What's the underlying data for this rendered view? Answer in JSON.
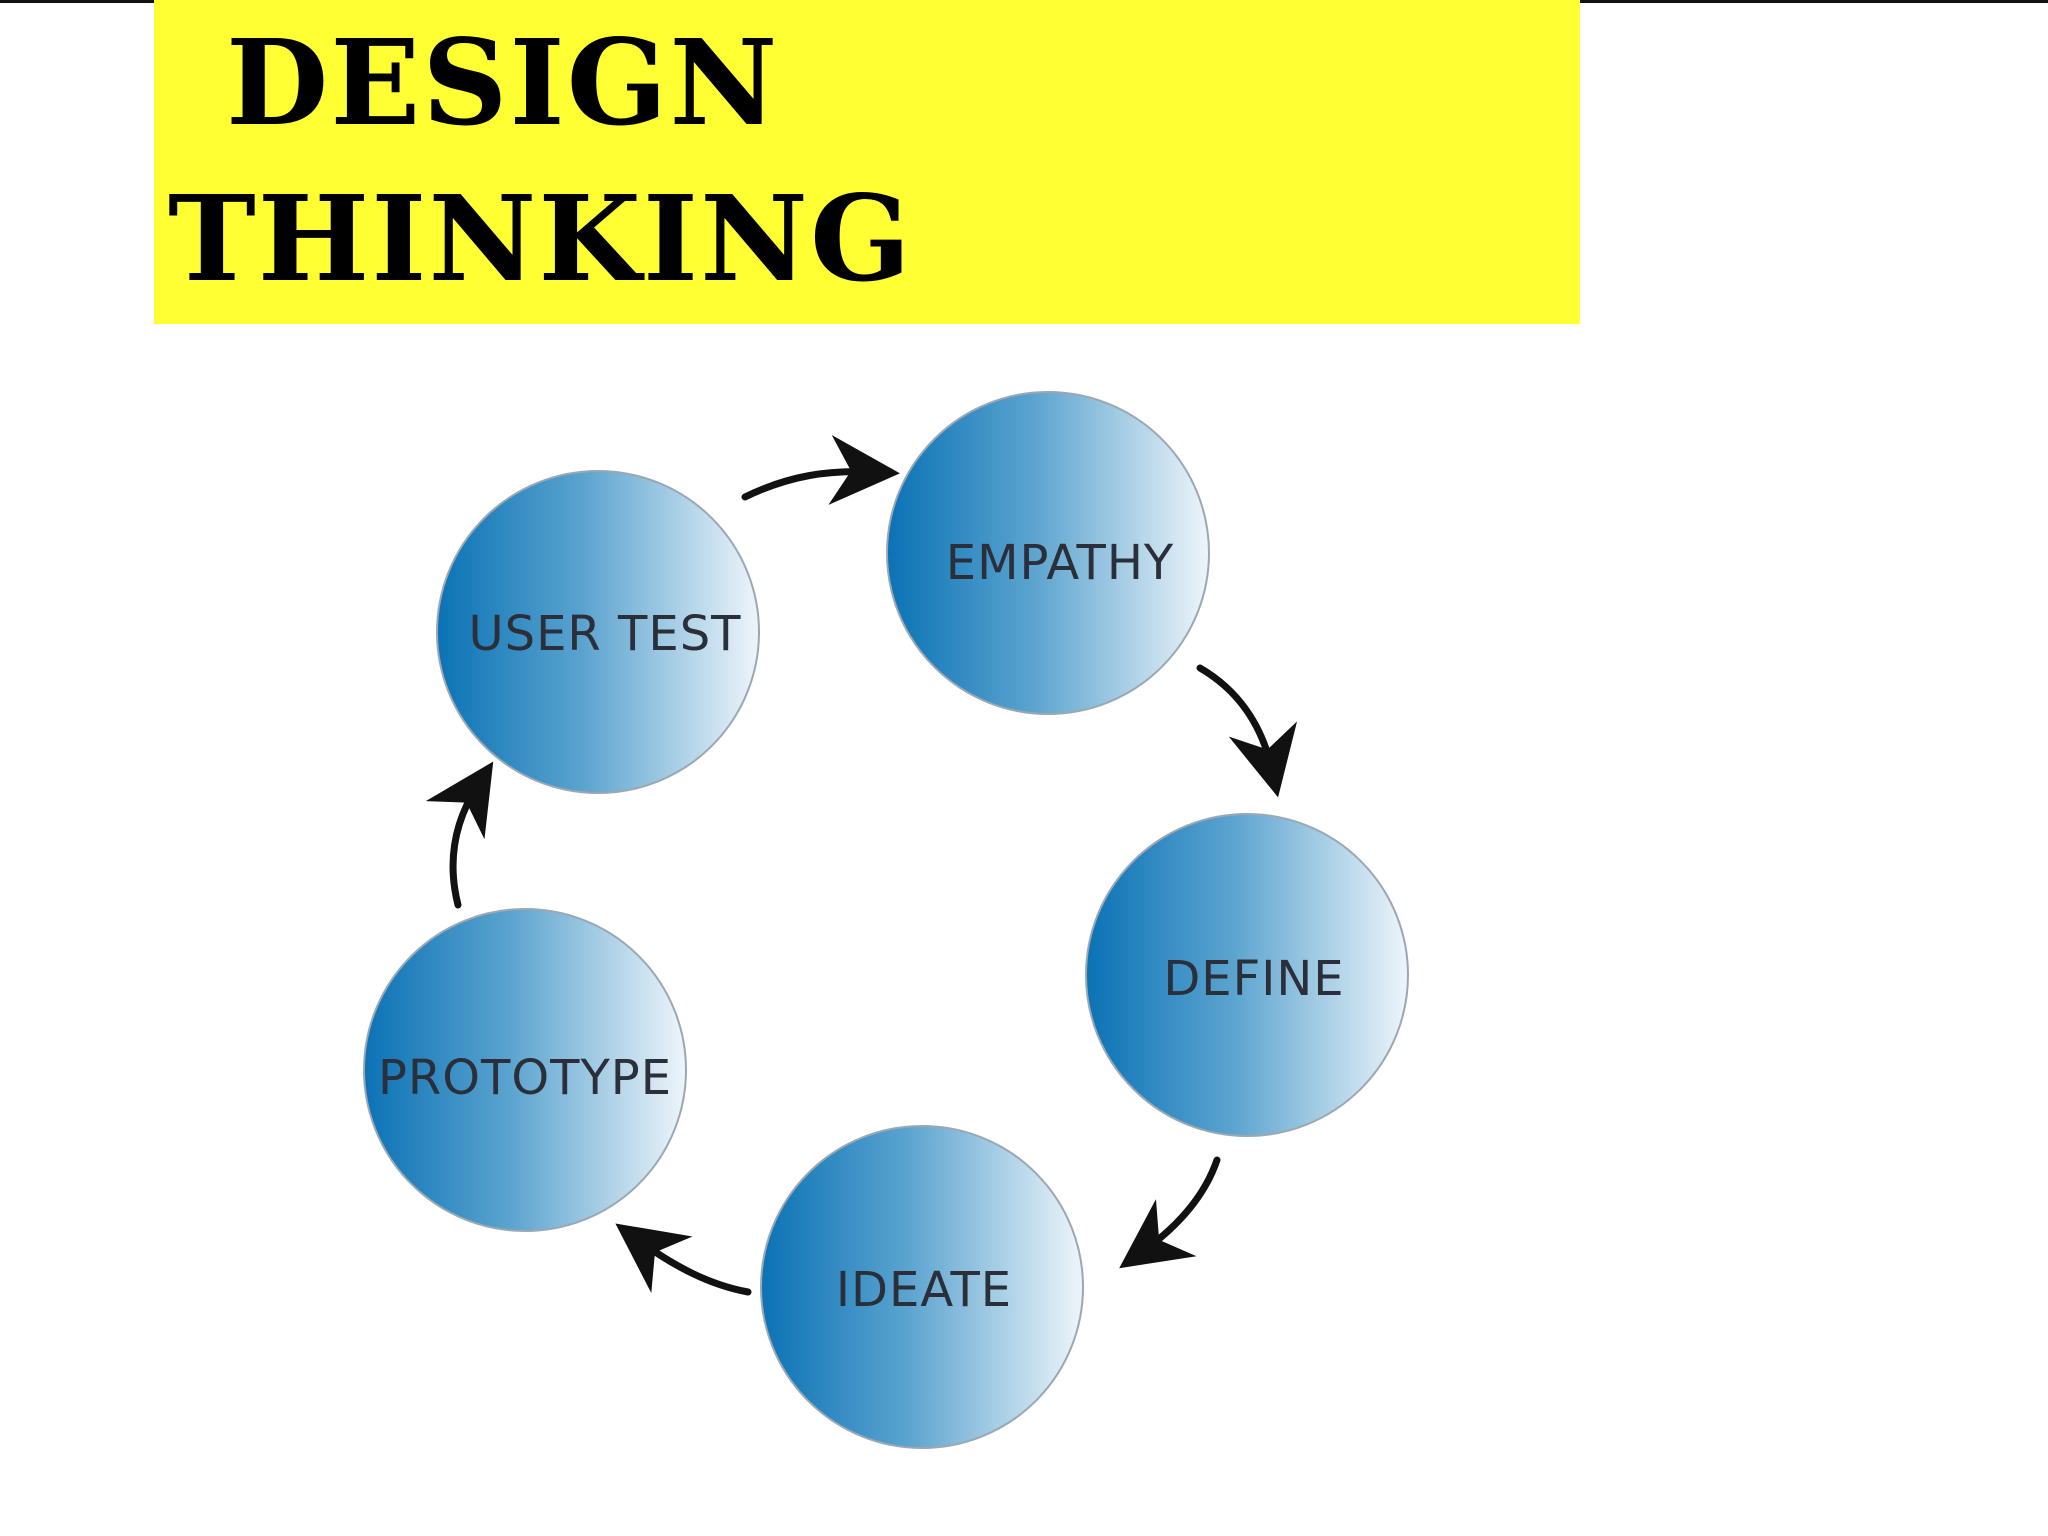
{
  "title": {
    "line1": "DESIGN",
    "line2": "THINKING"
  },
  "colors": {
    "banner": "#ffff33",
    "circle_dark": "#0b72b5",
    "circle_light": "#eef5fa",
    "arrow": "#111111",
    "label": "#2a2f3a"
  },
  "diagram": {
    "stages": [
      {
        "label": "EMPATHY"
      },
      {
        "label": "DEFINE"
      },
      {
        "label": "IDEATE"
      },
      {
        "label": "PROTOTYPE"
      },
      {
        "label": "USER TEST"
      }
    ]
  }
}
